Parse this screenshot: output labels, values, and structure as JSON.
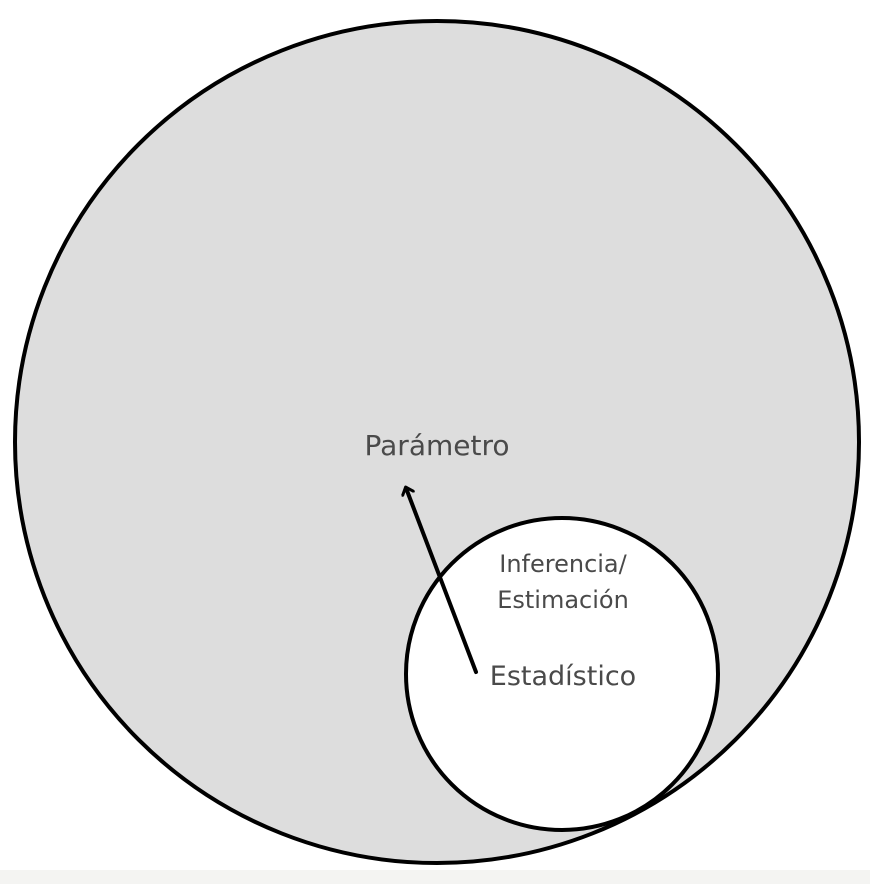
{
  "diagram": {
    "labels": {
      "population_parameter": "Parámetro",
      "inference_line1": "Inferencia/",
      "inference_line2": "Estimación",
      "sample_statistic": "Estadístico"
    },
    "colors": {
      "background": "#f4f4f2",
      "population_fill": "#dddddd",
      "sample_fill": "#ffffff",
      "stroke": "#000000",
      "text": "#4a4a4a"
    }
  }
}
